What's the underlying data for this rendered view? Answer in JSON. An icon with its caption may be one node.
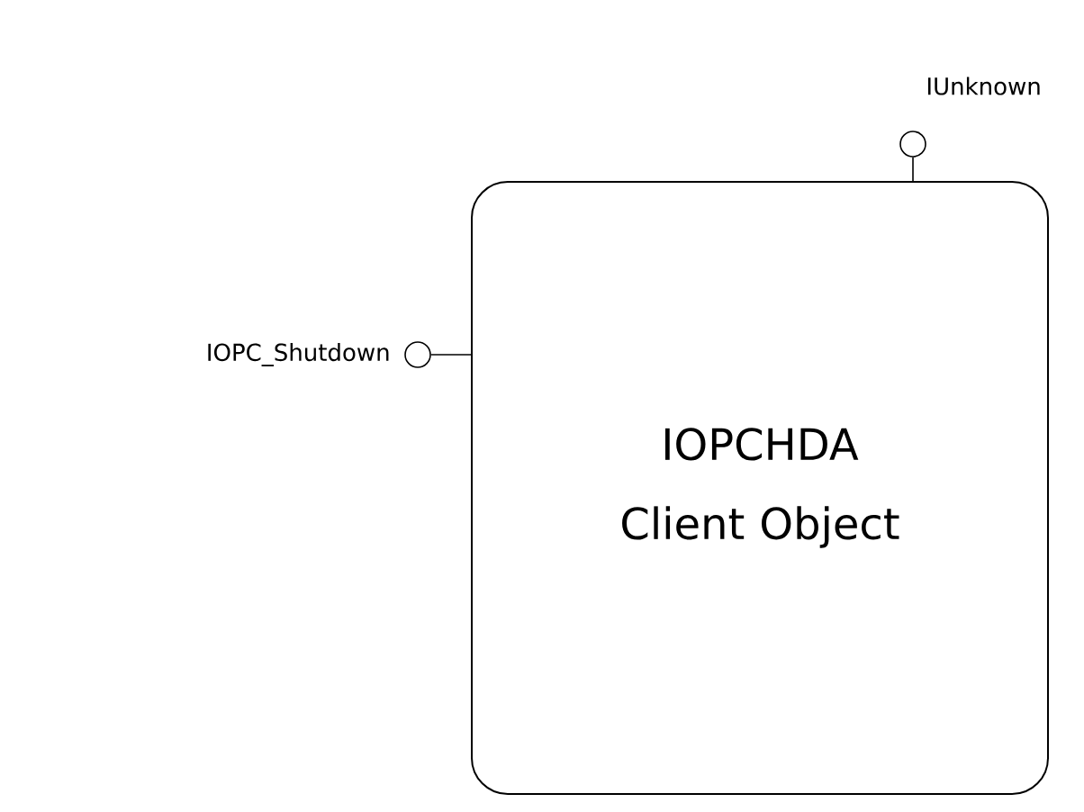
{
  "diagram": {
    "nodes": [
      {
        "text": [
          "IOPCHDA Client Object"
        ]
      },
      {
        "text": [],
        "shape": "circle",
        "beside": [
          "IUnknown"
        ]
      },
      {
        "text": [],
        "shape": "circle",
        "beside": [
          "IOPC_Shutdown"
        ]
      }
    ],
    "edges": [
      {
        "from": 1,
        "to": 0,
        "arrow": "none"
      },
      {
        "from": 2,
        "to": 0,
        "arrow": "none"
      }
    ]
  }
}
